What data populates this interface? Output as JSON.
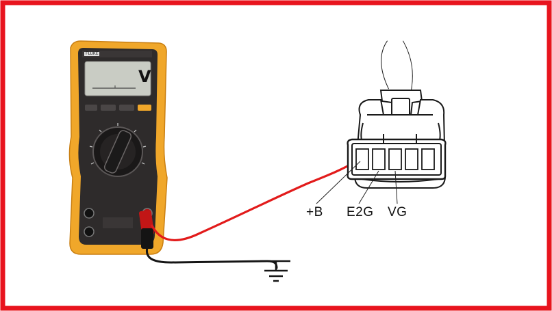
{
  "frame": {
    "border_color": "#e8141e"
  },
  "meter": {
    "display_symbol": "V",
    "brand_text": "FLUKE",
    "case_color": "#f0a72a",
    "body_color": "#2e2b2b",
    "lcd_color": "#c9ccc4"
  },
  "connector": {
    "pins": [
      {
        "label": "+B"
      },
      {
        "label": "E2G"
      },
      {
        "label": "VG"
      }
    ]
  },
  "wires": {
    "probe_red": "#e21b1b",
    "probe_black": "#151515"
  },
  "ground": {
    "symbol": "ground-symbol"
  }
}
